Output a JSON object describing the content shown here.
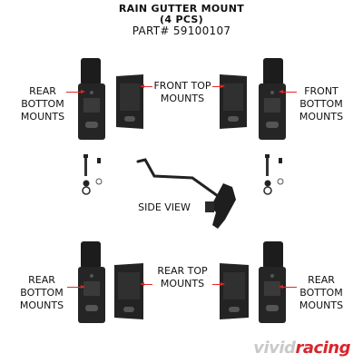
{
  "title": {
    "line1": "RAIN GUTTER MOUNT",
    "line2": "(4 PCS)",
    "part_number": "PART# 59100107"
  },
  "labels": {
    "rear_bottom_top_left": [
      "REAR",
      "BOTTOM",
      "MOUNTS"
    ],
    "front_top_mounts": [
      "FRONT TOP",
      "MOUNTS"
    ],
    "front_bottom": [
      "FRONT",
      "BOTTOM",
      "MOUNTS"
    ],
    "side_view": "SIDE VIEW",
    "rear_bottom_bottom_left": [
      "REAR",
      "BOTTOM",
      "MOUNTS"
    ],
    "rear_top_mounts": [
      "REAR TOP",
      "MOUNTS"
    ],
    "rear_bottom_bottom_right": [
      "REAR",
      "BOTTOM",
      "MOUNTS"
    ]
  },
  "brand": {
    "part1": "vivid",
    "part2": "racing"
  },
  "colors": {
    "arrow": "#e52621",
    "part": "#1c1c1c"
  }
}
